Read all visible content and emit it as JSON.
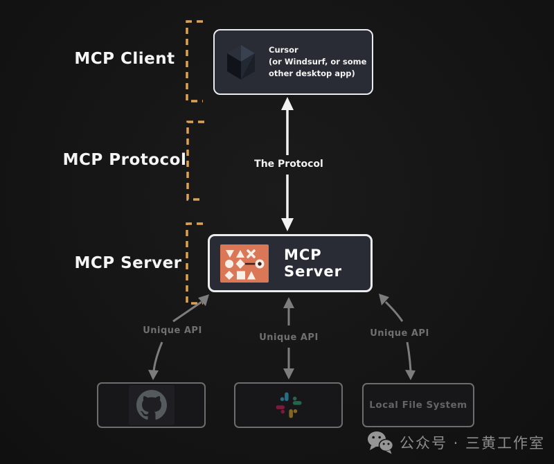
{
  "diagram": {
    "side_labels": {
      "client": "MCP Client",
      "protocol": "MCP Protocol",
      "server": "MCP Server"
    },
    "client_box": {
      "icon": "cursor-cube-icon",
      "lines": [
        "Cursor",
        "(or Windsurf, or some",
        "other desktop app)"
      ]
    },
    "protocol_arrow_label": "The Protocol",
    "server_box": {
      "icon": "mcp-server-icon",
      "label": "MCP Server"
    },
    "api_labels": [
      "Unique API",
      "Unique API",
      "Unique API"
    ],
    "integrations": [
      {
        "name": "github",
        "icon": "github-icon",
        "label": ""
      },
      {
        "name": "slack",
        "icon": "slack-icon",
        "label": ""
      },
      {
        "name": "local-file-system",
        "icon": "",
        "label": "Local File System"
      }
    ],
    "watermark": {
      "icon": "wechat-icon",
      "text": "公众号 · 三黄工作室"
    },
    "colors": {
      "background": "#151515",
      "bracket_accent": "#dba258",
      "box_background": "#292c34",
      "box_border": "#ececec",
      "mcp_icon_background": "#d97757",
      "white_arrow": "#f2f2f2",
      "gray_arrow": "#7d7d7d",
      "muted_label": "#707070",
      "watermark_text": "#8d8d8d"
    }
  }
}
